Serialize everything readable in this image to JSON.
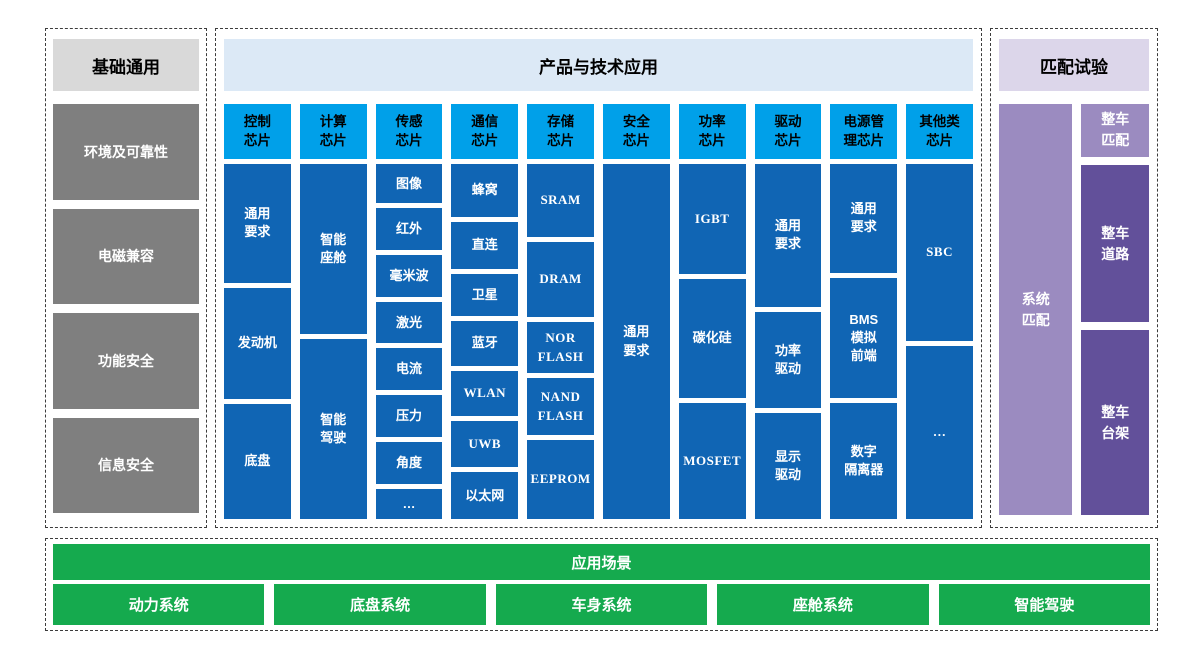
{
  "colors": {
    "header_cyan": "#00a0e9",
    "cell_blue": "#1065b4",
    "band_light_blue": "#dce9f6",
    "band_gray": "#d9d9d9",
    "box_gray": "#7f7f7f",
    "band_lavender": "#dcd6ea",
    "purple_light": "#9b8bc0",
    "purple_dark": "#62509a",
    "green": "#15aa4e"
  },
  "left_panel": {
    "title": "基础通用",
    "items": [
      "环境及可靠性",
      "电磁兼容",
      "功能安全",
      "信息安全"
    ]
  },
  "center_panel": {
    "title": "产品与技术应用",
    "columns": [
      {
        "header": "控制\n芯片",
        "cells": [
          "通用\n要求",
          "发动机",
          "底盘"
        ]
      },
      {
        "header": "计算\n芯片",
        "cells": [
          "智能\n座舱",
          "智能\n驾驶"
        ]
      },
      {
        "header": "传感\n芯片",
        "cells": [
          "图像",
          "红外",
          "毫米波",
          "激光",
          "电流",
          "压力",
          "角度",
          "…"
        ]
      },
      {
        "header": "通信\n芯片",
        "cells": [
          "蜂窝",
          "直连",
          "卫星",
          "蓝牙",
          "WLAN",
          "UWB",
          "以太网"
        ]
      },
      {
        "header": "存储\n芯片",
        "cells": [
          "SRAM",
          "DRAM",
          "NOR\nFLASH",
          "NAND\nFLASH",
          "EEPROM"
        ]
      },
      {
        "header": "安全\n芯片",
        "cells": [
          "通用\n要求"
        ]
      },
      {
        "header": "功率\n芯片",
        "cells": [
          "IGBT",
          "碳化硅",
          "MOSFET"
        ]
      },
      {
        "header": "驱动\n芯片",
        "cells": [
          "通用\n要求",
          "功率\n驱动",
          "显示\n驱动"
        ]
      },
      {
        "header": "电源管\n理芯片",
        "cells": [
          "通用\n要求",
          "BMS\n模拟\n前端",
          "数字\n隔离器"
        ]
      },
      {
        "header": "其他类\n芯片",
        "cells": [
          "SBC",
          "…"
        ]
      }
    ]
  },
  "right_panel": {
    "title": "匹配试验",
    "system_box": "系统\n匹配",
    "vehicle_boxes": [
      "整车\n匹配",
      "整车\n道路",
      "整车\n台架"
    ]
  },
  "bottom_panel": {
    "title": "应用场景",
    "items": [
      "动力系统",
      "底盘系统",
      "车身系统",
      "座舱系统",
      "智能驾驶"
    ]
  }
}
